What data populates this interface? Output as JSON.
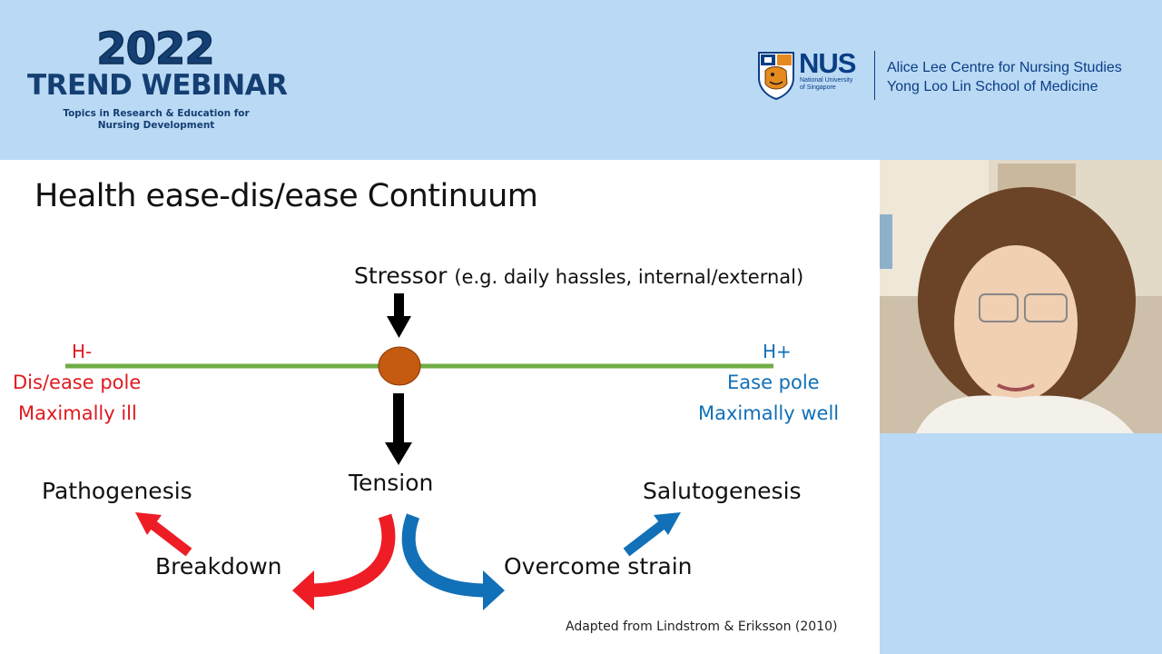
{
  "header": {
    "webinar_year": "2022",
    "webinar_title": "TREND WEBINAR",
    "webinar_subtitle_line1": "Topics in Research & Education for",
    "webinar_subtitle_line2": "Nursing Development",
    "nus_word": "NUS",
    "nus_small_line1": "National University",
    "nus_small_line2": "of Singapore",
    "centre_line1": "Alice Lee Centre for Nursing Studies",
    "centre_line2": "Yong Loo Lin School of Medicine"
  },
  "slide": {
    "title": "Health ease-dis/ease Continuum",
    "stressor": "Stressor",
    "stressor_note": "(e.g. daily hassles, internal/external)",
    "h_minus": "H-",
    "h_plus": "H+",
    "dis_ease_pole": "Dis/ease pole",
    "maximally_ill": "Maximally ill",
    "ease_pole": "Ease pole",
    "maximally_well": "Maximally well",
    "tension": "Tension",
    "pathogenesis": "Pathogenesis",
    "salutogenesis": "Salutogenesis",
    "breakdown": "Breakdown",
    "overcome_strain": "Overcome strain",
    "citation": "Adapted from Lindstrom & Eriksson (2010)"
  },
  "colors": {
    "background": "#bad9f4",
    "brand_navy": "#143f73",
    "continuum_line": "#70ad47",
    "node_fill": "#c55a11",
    "dis_ease_red": "#e0191f",
    "ease_blue": "#1170b7"
  },
  "icons": [
    "nus-lion-crest-icon",
    "arrow-down-icon",
    "curved-arrow-icon"
  ]
}
